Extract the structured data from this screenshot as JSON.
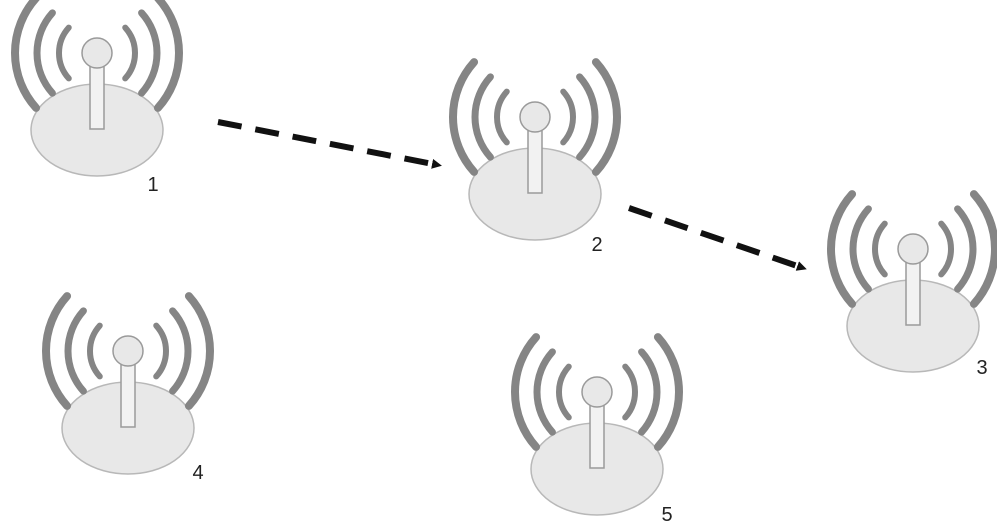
{
  "colors": {
    "base_fill": "#e8e8e8",
    "base_stroke": "#b8b8b8",
    "mast_fill": "#f2f2f2",
    "mast_stroke": "#9a9a9a",
    "wave": "#858585",
    "arrow": "#111111",
    "label": "#222222"
  },
  "nodes": [
    {
      "id": "1",
      "label": "1",
      "icon": "wireless-access-point-icon"
    },
    {
      "id": "2",
      "label": "2",
      "icon": "wireless-access-point-icon"
    },
    {
      "id": "3",
      "label": "3",
      "icon": "wireless-access-point-icon"
    },
    {
      "id": "4",
      "label": "4",
      "icon": "wireless-access-point-icon"
    },
    {
      "id": "5",
      "label": "5",
      "icon": "wireless-access-point-icon"
    }
  ],
  "links": [
    {
      "from": "1",
      "to": "2",
      "style": "dashed",
      "directed": true
    },
    {
      "from": "2",
      "to": "3",
      "style": "dashed",
      "directed": true
    }
  ]
}
